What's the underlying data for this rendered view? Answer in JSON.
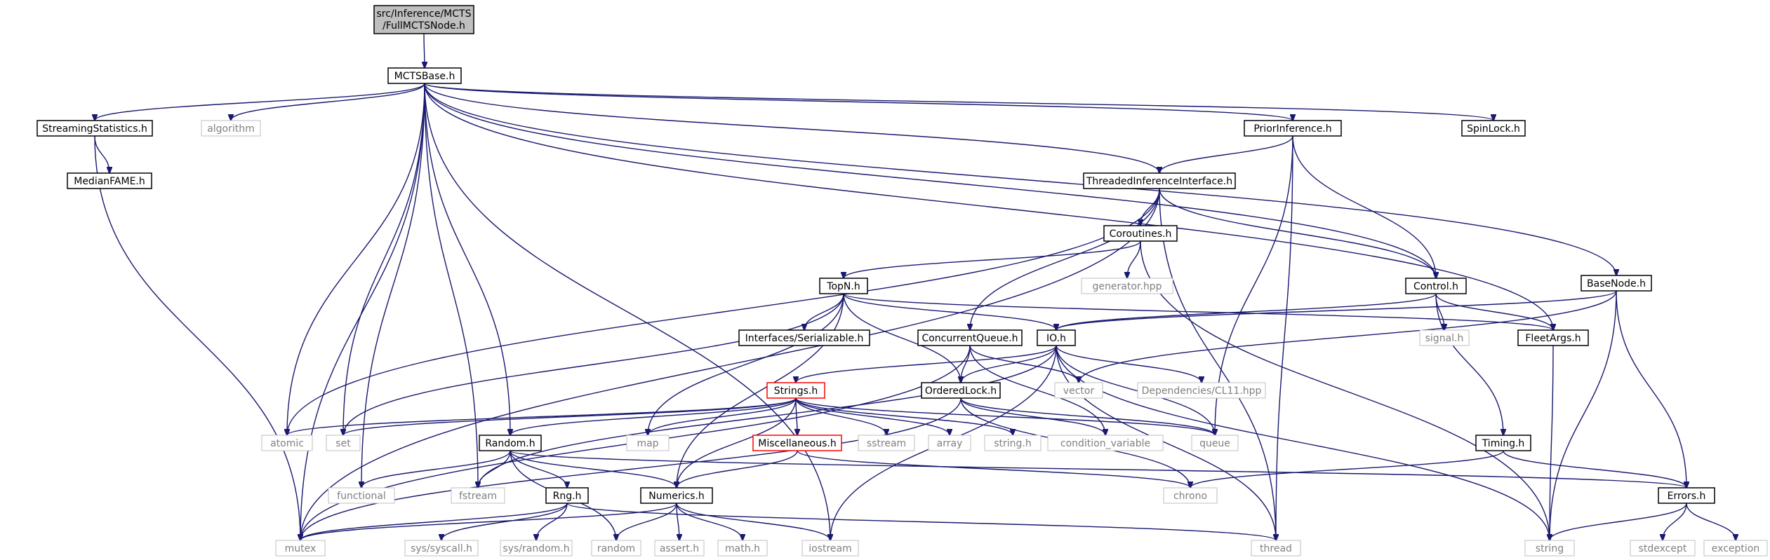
{
  "nodes": [
    {
      "id": "FullMCTSNode",
      "label": "src/Inference/MCTS/FullMCTSNode.h",
      "lines": [
        "src/Inference/MCTS",
        "/FullMCTSNode.h"
      ],
      "kind": "root"
    },
    {
      "id": "MCTSBase",
      "label": "MCTSBase.h",
      "kind": "local"
    },
    {
      "id": "StreamingStatistics",
      "label": "StreamingStatistics.h",
      "kind": "local"
    },
    {
      "id": "algorithm",
      "label": "algorithm",
      "kind": "sys"
    },
    {
      "id": "PriorInference",
      "label": "PriorInference.h",
      "kind": "local"
    },
    {
      "id": "SpinLock",
      "label": "SpinLock.h",
      "kind": "local"
    },
    {
      "id": "BaseNode",
      "label": "BaseNode.h",
      "kind": "local"
    },
    {
      "id": "MedianFAME",
      "label": "MedianFAME.h",
      "kind": "local"
    },
    {
      "id": "ThreadedInferenceInterface",
      "label": "ThreadedInferenceInterface.h",
      "kind": "local"
    },
    {
      "id": "Coroutines",
      "label": "Coroutines.h",
      "kind": "local"
    },
    {
      "id": "generator",
      "label": "generator.hpp",
      "kind": "sys"
    },
    {
      "id": "Control",
      "label": "Control.h",
      "kind": "local"
    },
    {
      "id": "TopN",
      "label": "TopN.h",
      "kind": "local"
    },
    {
      "id": "Serializable",
      "label": "Interfaces/Serializable.h",
      "kind": "local"
    },
    {
      "id": "ConcurrentQueue",
      "label": "ConcurrentQueue.h",
      "kind": "local"
    },
    {
      "id": "IO",
      "label": "IO.h",
      "kind": "local"
    },
    {
      "id": "signal",
      "label": "signal.h",
      "kind": "sys"
    },
    {
      "id": "FleetArgs",
      "label": "FleetArgs.h",
      "kind": "local"
    },
    {
      "id": "vector",
      "label": "vector",
      "kind": "sys"
    },
    {
      "id": "CL11",
      "label": "Dependencies/CL11.hpp",
      "kind": "sys"
    },
    {
      "id": "Strings",
      "label": "Strings.h",
      "kind": "trunc"
    },
    {
      "id": "OrderedLock",
      "label": "OrderedLock.h",
      "kind": "local"
    },
    {
      "id": "atomic",
      "label": "atomic",
      "kind": "sys"
    },
    {
      "id": "set",
      "label": "set",
      "kind": "sys"
    },
    {
      "id": "map",
      "label": "map",
      "kind": "sys"
    },
    {
      "id": "Miscellaneous",
      "label": "Miscellaneous.h",
      "kind": "trunc"
    },
    {
      "id": "sstream",
      "label": "sstream",
      "kind": "sys"
    },
    {
      "id": "array",
      "label": "array",
      "kind": "sys"
    },
    {
      "id": "stringh",
      "label": "string.h",
      "kind": "sys"
    },
    {
      "id": "condition_variable",
      "label": "condition_variable",
      "kind": "sys"
    },
    {
      "id": "queue",
      "label": "queue",
      "kind": "sys"
    },
    {
      "id": "Timing",
      "label": "Timing.h",
      "kind": "local"
    },
    {
      "id": "Random",
      "label": "Random.h",
      "kind": "local"
    },
    {
      "id": "functional",
      "label": "functional",
      "kind": "sys"
    },
    {
      "id": "fstream",
      "label": "fstream",
      "kind": "sys"
    },
    {
      "id": "chrono",
      "label": "chrono",
      "kind": "sys"
    },
    {
      "id": "Rng",
      "label": "Rng.h",
      "kind": "local"
    },
    {
      "id": "Numerics",
      "label": "Numerics.h",
      "kind": "local"
    },
    {
      "id": "Errors",
      "label": "Errors.h",
      "kind": "local"
    },
    {
      "id": "mutex",
      "label": "mutex",
      "kind": "sys"
    },
    {
      "id": "syscall",
      "label": "sys/syscall.h",
      "kind": "sys"
    },
    {
      "id": "sysrandom",
      "label": "sys/random.h",
      "kind": "sys"
    },
    {
      "id": "random",
      "label": "random",
      "kind": "sys"
    },
    {
      "id": "asserth",
      "label": "assert.h",
      "kind": "sys"
    },
    {
      "id": "mathh",
      "label": "math.h",
      "kind": "sys"
    },
    {
      "id": "iostream",
      "label": "iostream",
      "kind": "sys"
    },
    {
      "id": "thread",
      "label": "thread",
      "kind": "sys"
    },
    {
      "id": "string",
      "label": "string",
      "kind": "sys"
    },
    {
      "id": "stdexcept",
      "label": "stdexcept",
      "kind": "sys"
    },
    {
      "id": "exception",
      "label": "exception",
      "kind": "sys"
    }
  ],
  "edges": [
    [
      "FullMCTSNode",
      "MCTSBase"
    ],
    [
      "MCTSBase",
      "StreamingStatistics"
    ],
    [
      "MCTSBase",
      "algorithm"
    ],
    [
      "MCTSBase",
      "PriorInference"
    ],
    [
      "MCTSBase",
      "SpinLock"
    ],
    [
      "MCTSBase",
      "BaseNode"
    ],
    [
      "MCTSBase",
      "ThreadedInferenceInterface"
    ],
    [
      "MCTSBase",
      "Control"
    ],
    [
      "MCTSBase",
      "FleetArgs"
    ],
    [
      "MCTSBase",
      "atomic"
    ],
    [
      "MCTSBase",
      "set"
    ],
    [
      "MCTSBase",
      "Random"
    ],
    [
      "MCTSBase",
      "functional"
    ],
    [
      "MCTSBase",
      "fstream"
    ],
    [
      "MCTSBase",
      "mutex"
    ],
    [
      "MCTSBase",
      "iostream"
    ],
    [
      "StreamingStatistics",
      "MedianFAME"
    ],
    [
      "StreamingStatistics",
      "mutex"
    ],
    [
      "PriorInference",
      "ThreadedInferenceInterface"
    ],
    [
      "PriorInference",
      "Control"
    ],
    [
      "PriorInference",
      "queue"
    ],
    [
      "PriorInference",
      "thread"
    ],
    [
      "ThreadedInferenceInterface",
      "Coroutines"
    ],
    [
      "ThreadedInferenceInterface",
      "Control"
    ],
    [
      "ThreadedInferenceInterface",
      "ConcurrentQueue"
    ],
    [
      "ThreadedInferenceInterface",
      "atomic"
    ],
    [
      "ThreadedInferenceInterface",
      "mutex"
    ],
    [
      "ThreadedInferenceInterface",
      "thread"
    ],
    [
      "Coroutines",
      "generator"
    ],
    [
      "Coroutines",
      "TopN"
    ],
    [
      "Coroutines",
      "string"
    ],
    [
      "Control",
      "signal"
    ],
    [
      "Control",
      "FleetArgs"
    ],
    [
      "Control",
      "IO"
    ],
    [
      "Control",
      "Timing"
    ],
    [
      "BaseNode",
      "IO"
    ],
    [
      "BaseNode",
      "vector"
    ],
    [
      "BaseNode",
      "Errors"
    ],
    [
      "BaseNode",
      "string"
    ],
    [
      "TopN",
      "Serializable"
    ],
    [
      "TopN",
      "IO"
    ],
    [
      "TopN",
      "FleetArgs"
    ],
    [
      "TopN",
      "OrderedLock"
    ],
    [
      "TopN",
      "set"
    ],
    [
      "TopN",
      "map"
    ],
    [
      "TopN",
      "Numerics"
    ],
    [
      "ConcurrentQueue",
      "OrderedLock"
    ],
    [
      "ConcurrentQueue",
      "vector"
    ],
    [
      "ConcurrentQueue",
      "mutex"
    ],
    [
      "ConcurrentQueue",
      "condition_variable"
    ],
    [
      "IO",
      "CL11"
    ],
    [
      "IO",
      "Strings"
    ],
    [
      "IO",
      "OrderedLock"
    ],
    [
      "IO",
      "fstream"
    ],
    [
      "IO",
      "queue"
    ],
    [
      "IO",
      "thread"
    ],
    [
      "IO",
      "iostream"
    ],
    [
      "IO",
      "string"
    ],
    [
      "FleetArgs",
      "string"
    ],
    [
      "Strings",
      "atomic"
    ],
    [
      "Strings",
      "set"
    ],
    [
      "Strings",
      "map"
    ],
    [
      "Strings",
      "Miscellaneous"
    ],
    [
      "Strings",
      "sstream"
    ],
    [
      "Strings",
      "array"
    ],
    [
      "Strings",
      "stringh"
    ],
    [
      "Strings",
      "queue"
    ],
    [
      "Strings",
      "Random"
    ],
    [
      "Strings",
      "Numerics"
    ],
    [
      "OrderedLock",
      "condition_variable"
    ],
    [
      "OrderedLock",
      "queue"
    ],
    [
      "OrderedLock",
      "chrono"
    ],
    [
      "OrderedLock",
      "mutex"
    ],
    [
      "Miscellaneous",
      "Numerics"
    ],
    [
      "Miscellaneous",
      "chrono"
    ],
    [
      "Timing",
      "chrono"
    ],
    [
      "Timing",
      "Errors"
    ],
    [
      "Random",
      "functional"
    ],
    [
      "Random",
      "fstream"
    ],
    [
      "Random",
      "Rng"
    ],
    [
      "Random",
      "Numerics"
    ],
    [
      "Random",
      "random"
    ],
    [
      "Random",
      "Errors"
    ],
    [
      "Rng",
      "mutex"
    ],
    [
      "Rng",
      "syscall"
    ],
    [
      "Rng",
      "sysrandom"
    ],
    [
      "Rng",
      "thread"
    ],
    [
      "Numerics",
      "random"
    ],
    [
      "Numerics",
      "asserth"
    ],
    [
      "Numerics",
      "mathh"
    ],
    [
      "Numerics",
      "iostream"
    ],
    [
      "Numerics",
      "mutex"
    ],
    [
      "Errors",
      "string"
    ],
    [
      "Errors",
      "stdexcept"
    ],
    [
      "Errors",
      "exception"
    ]
  ]
}
